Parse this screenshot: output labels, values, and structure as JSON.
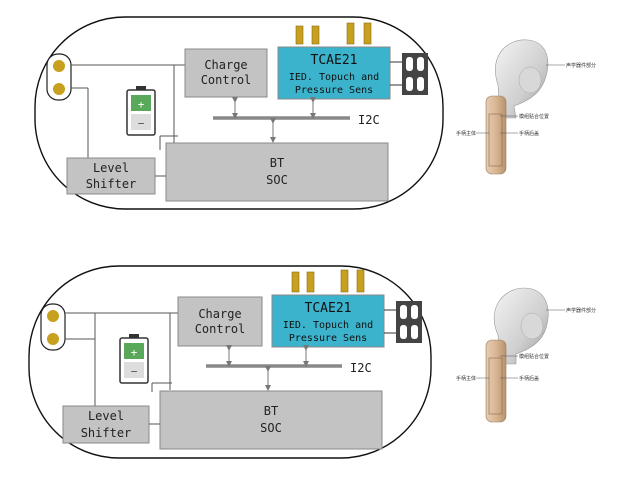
{
  "diagrams": [
    {
      "charge_label": [
        "Charge",
        "Control"
      ],
      "tcae_title": "TCAE21",
      "tcae_desc": [
        "IED. Topuch and",
        "Pressure Sens"
      ],
      "bt_label": [
        "BT",
        "SOC"
      ],
      "level_label": [
        "Level",
        "Shifter"
      ],
      "bus_label": "I2C",
      "earbud_labels": {
        "acoustic": "声学器件部分",
        "fit": "模组贴合位置",
        "stem_body": "手柄主体",
        "back_cover": "手柄后盖"
      }
    },
    {
      "charge_label": [
        "Charge",
        "Control"
      ],
      "tcae_title": "TCAE21",
      "tcae_desc": [
        "IED. Topuch and",
        "Pressure Sens"
      ],
      "bt_label": [
        "BT",
        "SOC"
      ],
      "level_label": [
        "Level",
        "Shifter"
      ],
      "bus_label": "I2C",
      "earbud_labels": {
        "acoustic": "声学器件部分",
        "fit": "模组贴合位置",
        "stem_body": "手柄主体",
        "back_cover": "手柄后盖"
      }
    }
  ],
  "colors": {
    "block_gray": "#c3c3c3",
    "block_border": "#8a8a8a",
    "tcae_blue": "#3bb3cc",
    "gold": "#c8a020",
    "battery": "#5aa85a"
  }
}
